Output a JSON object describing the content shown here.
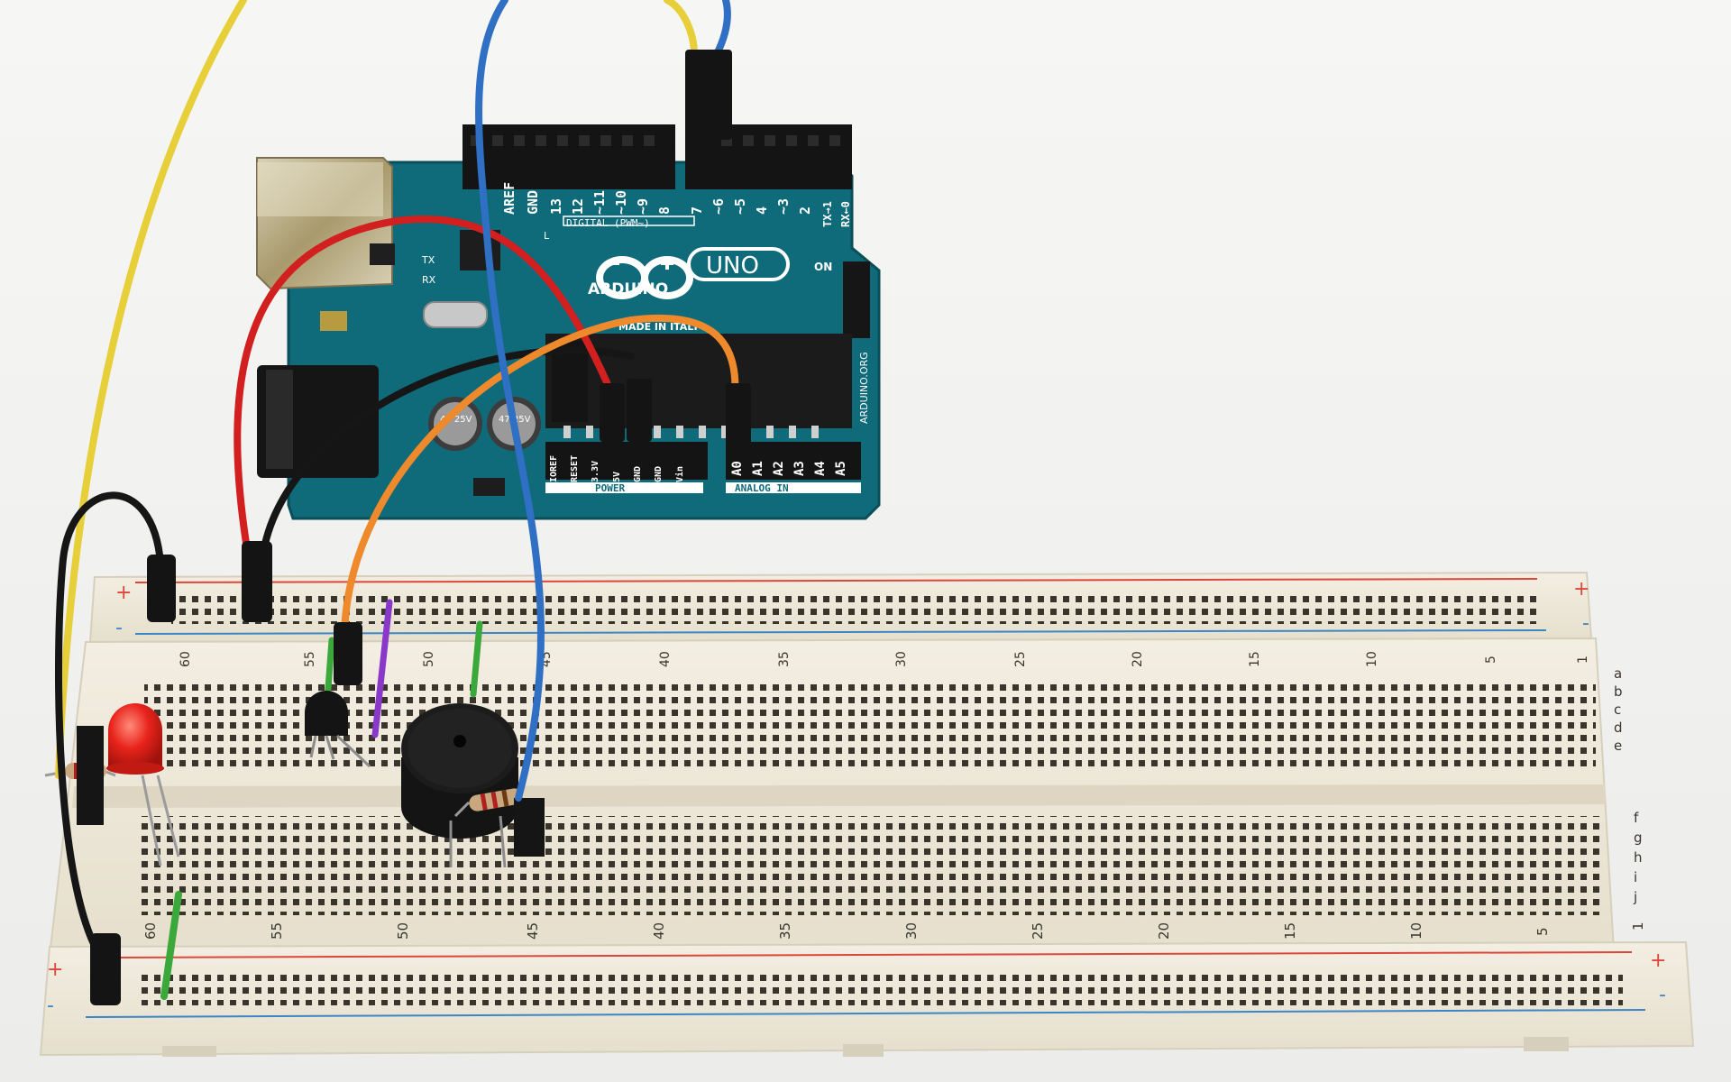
{
  "colors": {
    "background": "#f4f4f2",
    "arduino_board": "#0f6a7a",
    "breadboard": "#efe9da",
    "rail_red": "#d9483b",
    "rail_blue": "#3b86c4",
    "wire_yellow": "#e7cf3a",
    "wire_blue": "#2f6fc4",
    "wire_red": "#d21f1f",
    "wire_black": "#161616",
    "wire_orange": "#ee8a2c",
    "wire_green": "#3aa83a",
    "wire_purple": "#8a38c9",
    "led_red": "#e8241c"
  },
  "arduino": {
    "logo": "ARDUINO",
    "model": "UNO",
    "made_in": "MADE IN ITALY",
    "digital_label": "DIGITAL (PWM~)",
    "aref": "AREF",
    "gnd_top": "GND",
    "digital_pins": [
      "13",
      "12",
      "~11",
      "~10",
      "~9",
      "8",
      "7",
      "~6",
      "~5",
      "4",
      "~3",
      "2",
      "TX→1",
      "RX←0"
    ],
    "power_label": "POWER",
    "power_pins": [
      "IOREF",
      "RESET",
      "3.3V",
      "5V",
      "GND",
      "GND",
      "Vin"
    ],
    "analog_label": "ANALOG IN",
    "analog_pins": [
      "A0",
      "A1",
      "A2",
      "A3",
      "A4",
      "A5"
    ],
    "on_label": "ON",
    "tx_label": "TX",
    "rx_label": "RX",
    "l_label": "L",
    "website": "ARDUINO.ORG",
    "cap_label_1": "47\n25V",
    "cap_label_2": "47\n25V"
  },
  "breadboard": {
    "plus": "+",
    "minus": "-",
    "top_col_numbers": [
      "60",
      "55",
      "50",
      "45",
      "40",
      "35",
      "30",
      "25",
      "20",
      "15",
      "10",
      "5",
      "1"
    ],
    "bottom_col_numbers": [
      "60",
      "55",
      "50",
      "45",
      "40",
      "35",
      "30",
      "25",
      "20",
      "15",
      "10",
      "5",
      "1"
    ],
    "row_letters_top": [
      "a",
      "b",
      "c",
      "d",
      "e"
    ],
    "row_letters_bottom": [
      "f",
      "g",
      "h",
      "i",
      "j"
    ]
  }
}
